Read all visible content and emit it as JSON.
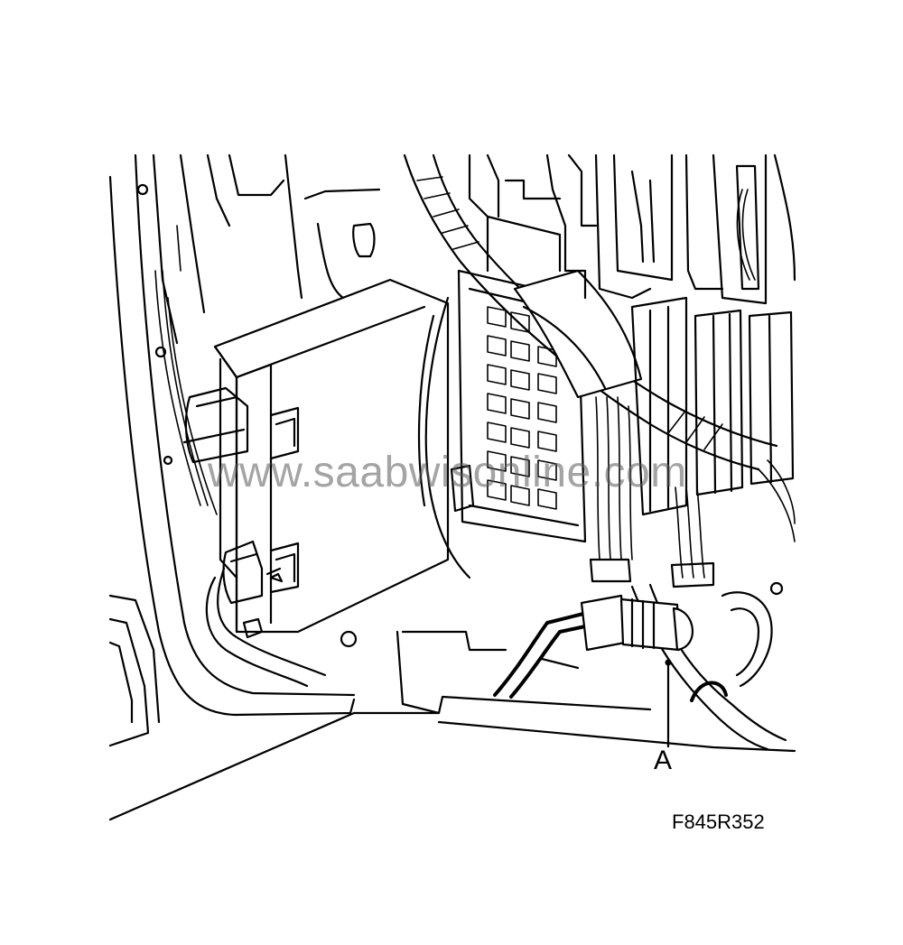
{
  "diagram": {
    "callouts": [
      {
        "id": "A",
        "label": "A",
        "target": "in-line-connector"
      }
    ],
    "figure_code": "F845R352",
    "watermark": "www.saabwisonline.com"
  }
}
